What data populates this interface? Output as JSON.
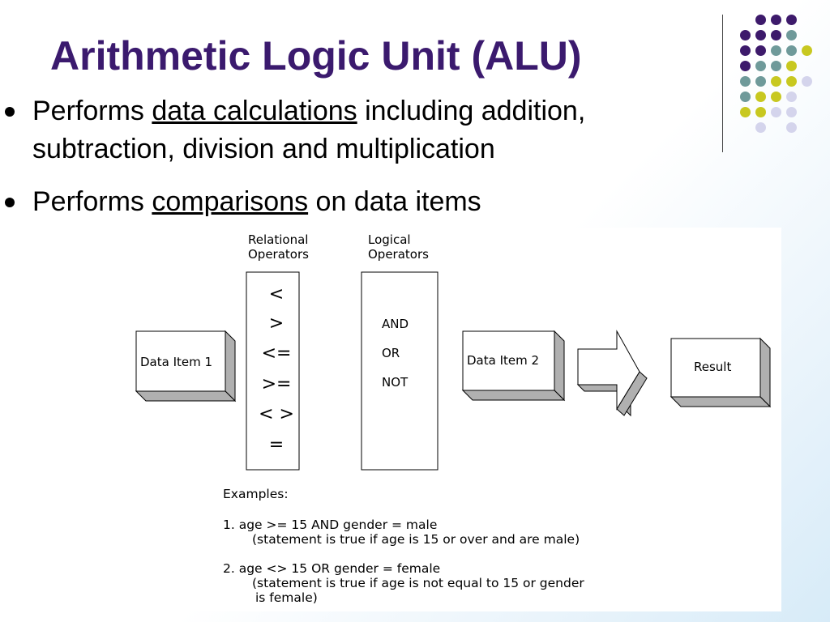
{
  "slide": {
    "title": "Arithmetic Logic Unit (ALU)",
    "bullets": [
      {
        "line1_before": "Performs ",
        "line1_underlined": "data calculations",
        "line1_after": " including addition,",
        "line2": "subtraction, division and multiplication"
      },
      {
        "before": "Performs ",
        "underlined": "comparisons",
        "after": " on data items"
      }
    ]
  },
  "diagram": {
    "relational_header": [
      "Relational",
      "Operators"
    ],
    "logical_header": [
      "Logical",
      "Operators"
    ],
    "relational_ops": [
      "<",
      ">",
      "<=",
      ">=",
      "< >",
      "="
    ],
    "logical_ops": [
      "AND",
      "OR",
      "NOT"
    ],
    "data_item_1": "Data Item 1",
    "data_item_2": "Data Item 2",
    "result": "Result"
  },
  "examples": {
    "heading": "Examples:",
    "items": [
      {
        "main": "1. age >= 15 AND gender = male",
        "note": [
          "(statement is true if age is 15 or over and are male)"
        ]
      },
      {
        "main": "2. age <> 15 OR gender = female",
        "note": [
          "(statement is true if age is not equal to 15 or gender",
          "is female)"
        ]
      }
    ]
  },
  "theme": {
    "title_color": "#3b1a6e",
    "dot_colors": {
      "purple": "#3d1a6b",
      "teal": "#6f9a9a",
      "yellow": "#c8c820",
      "lavender": "#d4d4ec"
    }
  }
}
